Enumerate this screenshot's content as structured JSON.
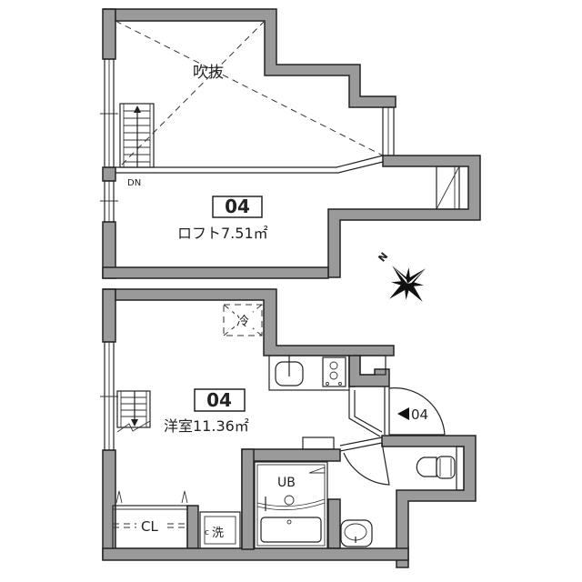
{
  "loft": {
    "void_label": "吹抜",
    "stair_label": "DN",
    "room_number": "04",
    "room_area": "ロフト7.51㎡"
  },
  "main_floor": {
    "room_number": "04",
    "room_area": "洋室11.36㎡",
    "fridge_label": "冷",
    "closet_label": "CL",
    "washer_label": "洗",
    "washer_prefix": "c",
    "bath_label": "UB",
    "entrance_label": "04"
  },
  "compass": {
    "north_label": "N"
  },
  "colors": {
    "wall": "#9a9a9a",
    "line": "#222222",
    "background": "#ffffff"
  }
}
